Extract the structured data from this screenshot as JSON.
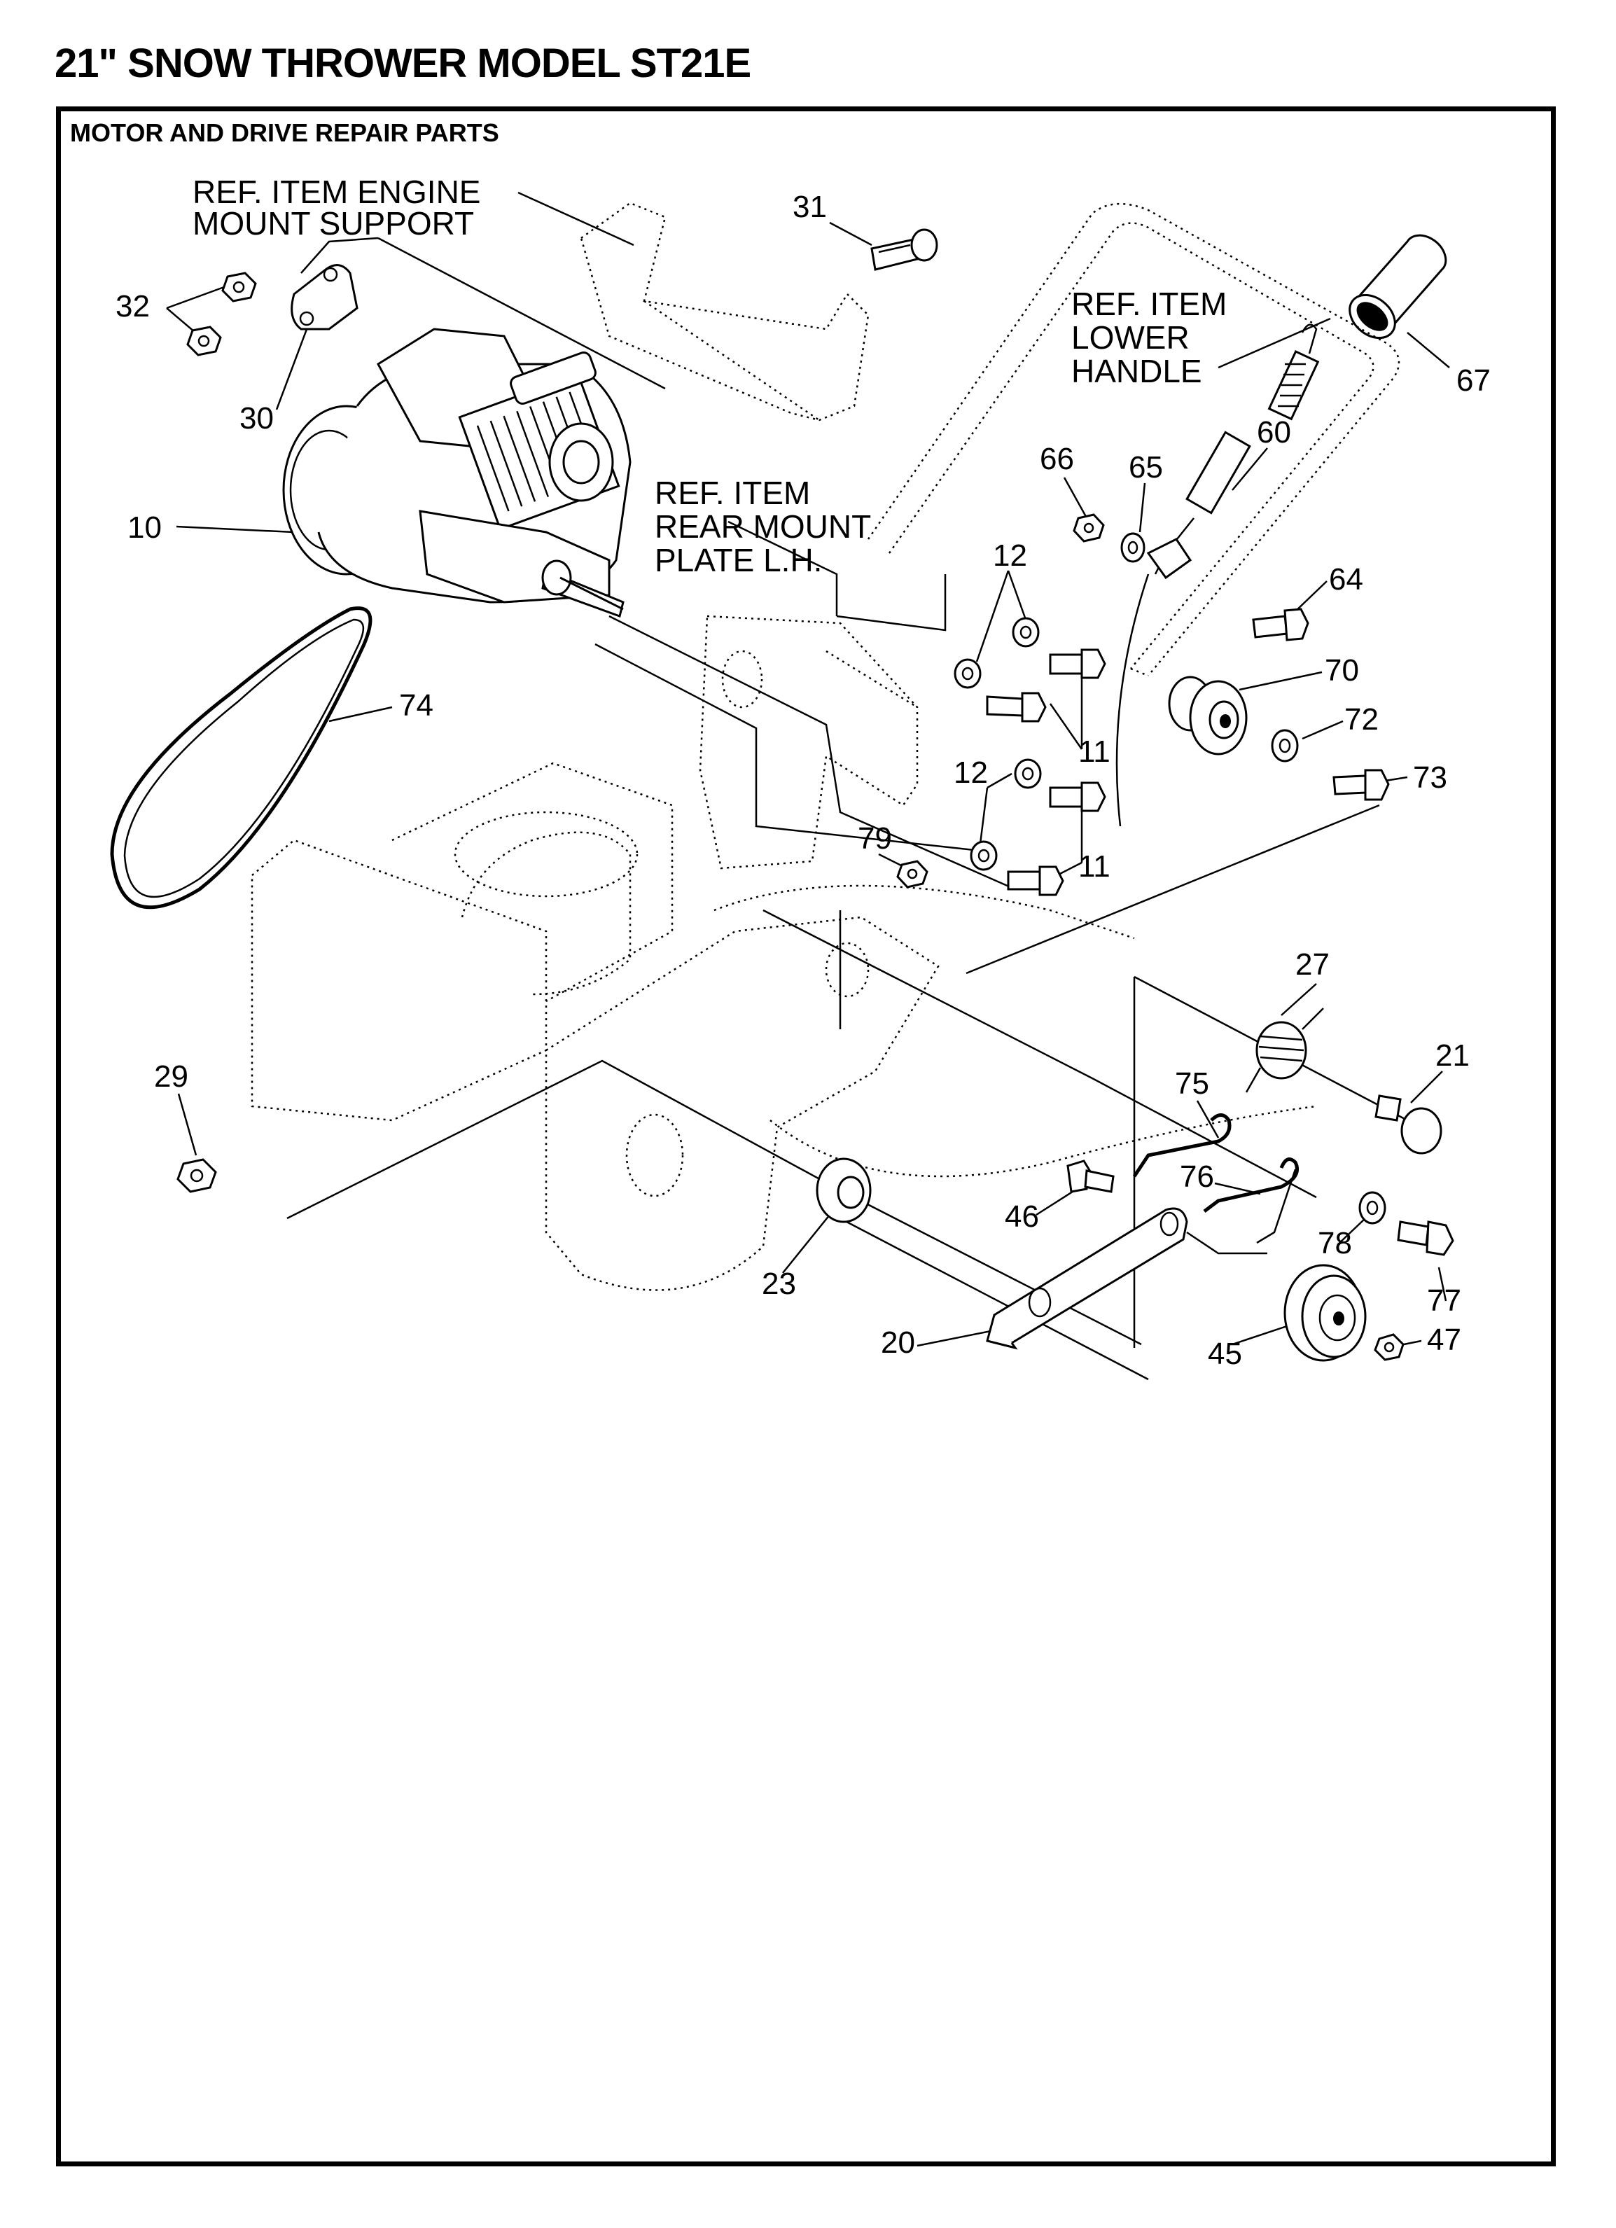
{
  "header": {
    "title": "21\" SNOW THROWER MODEL ST21E",
    "section": "MOTOR AND DRIVE REPAIR PARTS"
  },
  "callouts": {
    "ref_engine_mount": [
      "REF. ITEM ENGINE",
      "MOUNT SUPPORT"
    ],
    "ref_lower_handle": [
      "REF. ITEM",
      "LOWER",
      "HANDLE"
    ],
    "ref_rear_mount": [
      "REF. ITEM",
      "REAR MOUNT",
      "PLATE L.H."
    ]
  },
  "parts": {
    "p31": "31",
    "p32": "32",
    "p30": "30",
    "p10": "10",
    "p74": "74",
    "p67": "67",
    "p60": "60",
    "p66": "66",
    "p65": "65",
    "p12a": "12",
    "p64": "64",
    "p70": "70",
    "p72": "72",
    "p73": "73",
    "p11a": "11",
    "p12b": "12",
    "p79": "79",
    "p11b": "11",
    "p27": "27",
    "p21": "21",
    "p29": "29",
    "p75": "75",
    "p76": "76",
    "p46": "46",
    "p78": "78",
    "p77": "77",
    "p23": "23",
    "p20": "20",
    "p45": "45",
    "p47": "47"
  }
}
